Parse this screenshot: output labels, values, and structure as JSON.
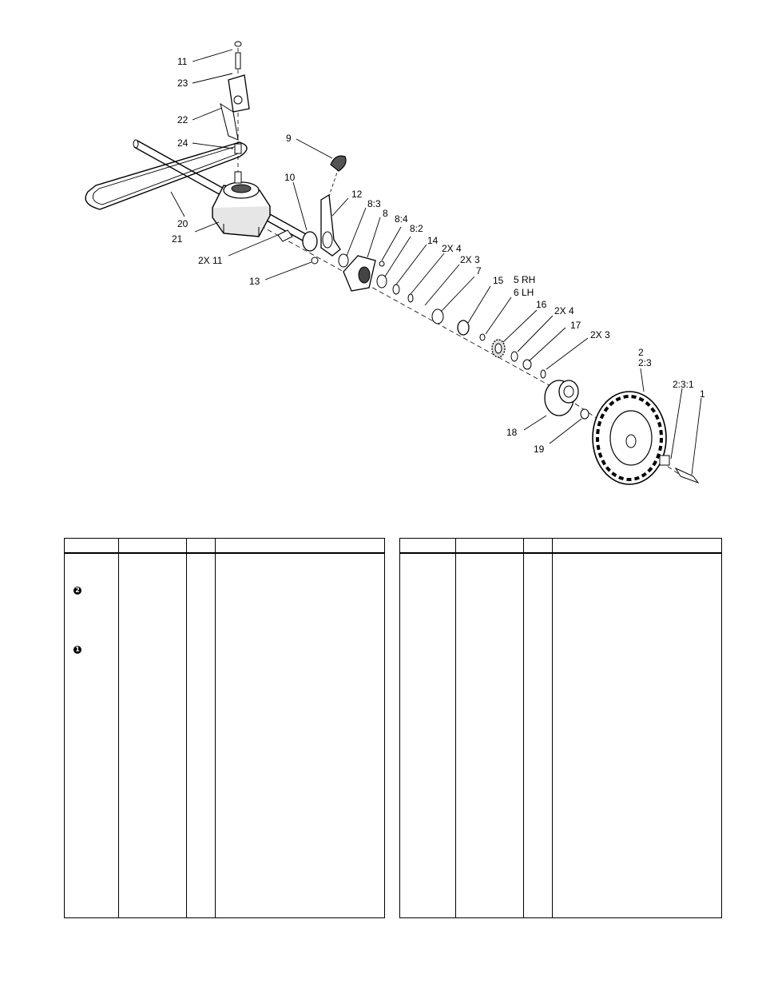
{
  "diagram": {
    "callouts": [
      {
        "id": "c11a",
        "text": "11"
      },
      {
        "id": "c23",
        "text": "23"
      },
      {
        "id": "c22",
        "text": "22"
      },
      {
        "id": "c24",
        "text": "24"
      },
      {
        "id": "c9",
        "text": "9"
      },
      {
        "id": "c10",
        "text": "10"
      },
      {
        "id": "c12",
        "text": "12"
      },
      {
        "id": "c83",
        "text": "8:3"
      },
      {
        "id": "c8",
        "text": "8"
      },
      {
        "id": "c84",
        "text": "8:4"
      },
      {
        "id": "c82",
        "text": "8:2"
      },
      {
        "id": "c14",
        "text": "14"
      },
      {
        "id": "c2x4a",
        "text": "2X 4"
      },
      {
        "id": "c2x3a",
        "text": "2X 3"
      },
      {
        "id": "c7",
        "text": "7"
      },
      {
        "id": "c15",
        "text": "15"
      },
      {
        "id": "c5rh",
        "text": "5 RH"
      },
      {
        "id": "c6lh",
        "text": "6 LH"
      },
      {
        "id": "c16",
        "text": "16"
      },
      {
        "id": "c2x4b",
        "text": "2X 4"
      },
      {
        "id": "c17",
        "text": "17"
      },
      {
        "id": "c2x3b",
        "text": "2X 3"
      },
      {
        "id": "c2",
        "text": "2"
      },
      {
        "id": "c23b",
        "text": "2:3"
      },
      {
        "id": "c231",
        "text": "2:3:1"
      },
      {
        "id": "c1",
        "text": "1"
      },
      {
        "id": "c20",
        "text": "20"
      },
      {
        "id": "c21",
        "text": "21"
      },
      {
        "id": "c2x11",
        "text": "2X 11"
      },
      {
        "id": "c13",
        "text": "13"
      },
      {
        "id": "c18",
        "text": "18"
      },
      {
        "id": "c19",
        "text": "19"
      }
    ]
  },
  "parts_table": {
    "left": {
      "markers": [
        {
          "symbol": "2"
        },
        {
          "symbol": "1"
        }
      ]
    },
    "right": {}
  }
}
